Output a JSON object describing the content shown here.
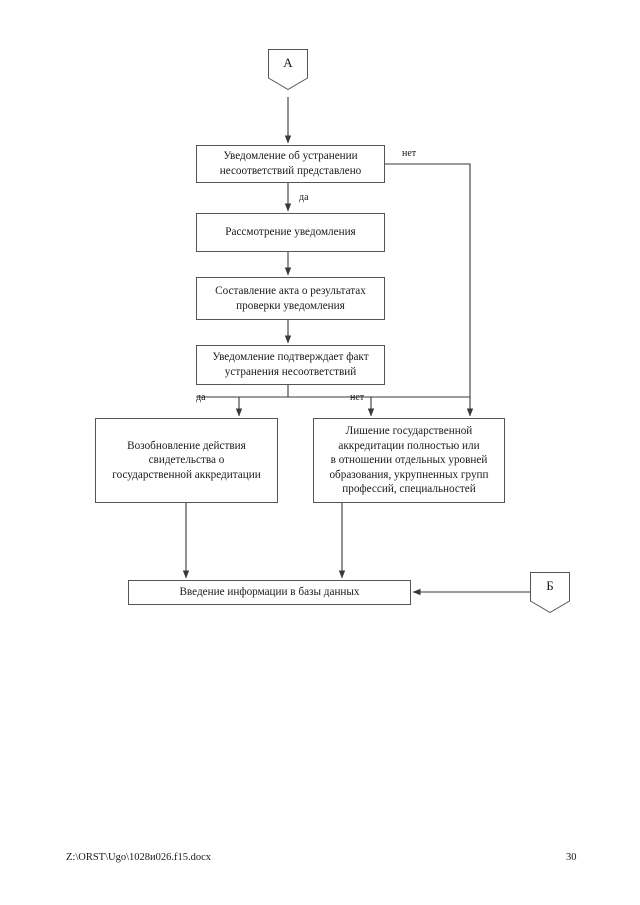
{
  "document": {
    "footer_path": "Z:\\ORST\\Ugo\\1028и026.f15.docx",
    "page_number": "30"
  },
  "diagram": {
    "type": "flowchart",
    "title": "",
    "connectors": [
      {
        "id": "conn-a",
        "label": "А",
        "shape": "pentagon-down",
        "role": "entry"
      },
      {
        "id": "conn-b",
        "label": "Б",
        "shape": "pentagon-down",
        "role": "entry"
      }
    ],
    "nodes": [
      {
        "id": "node-notification-submitted",
        "label": "Уведомление об устранении\nнесоответствий представлено",
        "shape": "rect"
      },
      {
        "id": "node-review-notification",
        "label": "Рассмотрение уведомления",
        "shape": "rect"
      },
      {
        "id": "node-draft-act",
        "label": "Составление акта о результатах\nпроверки уведомления",
        "shape": "rect"
      },
      {
        "id": "node-notification-confirms",
        "label": "Уведомление подтверждает факт\nустранения несоответствий",
        "shape": "rect"
      },
      {
        "id": "node-resume-certificate",
        "label": "Возобновление действия\nсвидетельства о\nгосударственной аккредитации",
        "shape": "rect"
      },
      {
        "id": "node-revoke-accreditation",
        "label": "Лишение государственной\nаккредитации полностью или\nв отношении отдельных уровней\nобразования, укрупненных групп\nпрофессий, специальностей",
        "shape": "rect"
      },
      {
        "id": "node-enter-into-database",
        "label": "Введение информации в базы данных",
        "shape": "rect"
      }
    ],
    "edge_labels": [
      {
        "id": "edge-label-no-1",
        "text": "нет"
      },
      {
        "id": "edge-label-yes-1",
        "text": "да"
      },
      {
        "id": "edge-label-yes-2",
        "text": "да"
      },
      {
        "id": "edge-label-no-2",
        "text": "нет"
      }
    ],
    "colors": {
      "border": "#555555",
      "line": "#3a3a3a",
      "text": "#1a1a1a",
      "background": "#ffffff"
    }
  }
}
